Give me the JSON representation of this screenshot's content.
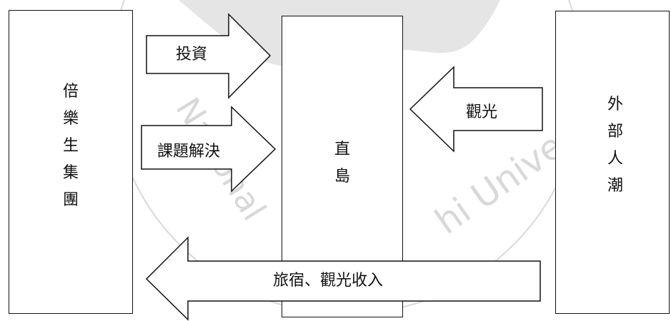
{
  "diagram": {
    "nodes": {
      "left": {
        "label": "倍\n樂\n生\n集\n團"
      },
      "center": {
        "label": "直\n島"
      },
      "right": {
        "label": "外\n部\n人\n潮"
      }
    },
    "arrows": {
      "investment": {
        "label": "投資"
      },
      "problem_solving": {
        "label": "課題解決"
      },
      "tourism": {
        "label": "觀光"
      },
      "income": {
        "label": "旅宿、觀光收入"
      }
    }
  },
  "colors": {
    "stroke": "#111111",
    "background": "#ffffff",
    "watermark": "#d8d8d8"
  }
}
